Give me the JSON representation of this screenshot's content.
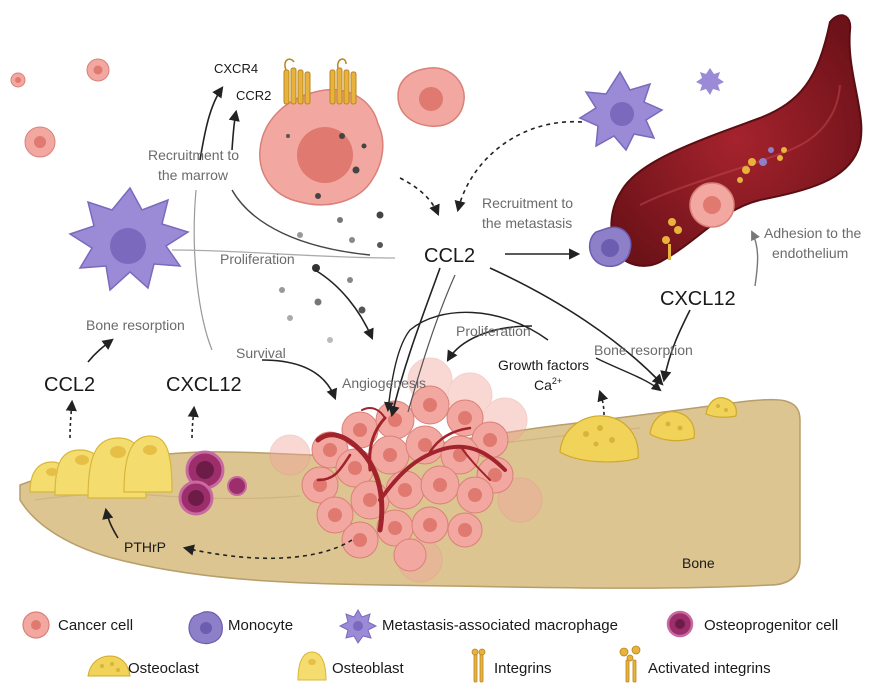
{
  "labels": {
    "cxcr4": "CXCR4",
    "ccr2": "CCR2",
    "recruitment_marrow_1": "Recruitment to",
    "recruitment_marrow_2": "the marrow",
    "recruitment_metastasis_1": "Recruitment to",
    "recruitment_metastasis_2": "the metastasis",
    "ccl2_center": "CCL2",
    "adhesion_1": "Adhesion to the",
    "adhesion_2": "endothelium",
    "proliferation_left": "Proliferation",
    "cxcl12_right": "CXCL12",
    "bone_resorption_left": "Bone resorption",
    "proliferation_right": "Proliferation",
    "bone_resorption_right": "Bone resorption",
    "survival": "Survival",
    "growth_factors": "Growth factors",
    "ca": "Ca",
    "ca_sup": "2+",
    "ccl2_left": "CCL2",
    "cxcl12_left": "CXCL12",
    "angiogenesis": "Angiogenesis",
    "pthrp": "PTHrP",
    "bone": "Bone"
  },
  "legend": [
    {
      "label": "Cancer cell",
      "icon": "cancer-cell-icon"
    },
    {
      "label": "Monocyte",
      "icon": "monocyte-icon"
    },
    {
      "label": "Metastasis-associated macrophage",
      "icon": "macrophage-icon"
    },
    {
      "label": "Osteoprogenitor cell",
      "icon": "osteoprogenitor-icon"
    },
    {
      "label": "Osteoclast",
      "icon": "osteoclast-icon"
    },
    {
      "label": "Osteoblast",
      "icon": "osteoblast-icon"
    },
    {
      "label": "Integrins",
      "icon": "integrin-icon"
    },
    {
      "label": "Activated integrins",
      "icon": "activated-integrin-icon"
    }
  ],
  "colors": {
    "cancer_cell": "#f2a8a0",
    "cancer_nucleus": "#e0796f",
    "monocyte": "#8e7fc9",
    "macrophage": "#9b8ad6",
    "osteoprogenitor": "#9c2f6b",
    "osteoclast": "#f1d35a",
    "osteoblast": "#f4dd6e",
    "bone": "#dcc591",
    "vessel": "#8b1a22",
    "receptor": "#e8b23c"
  }
}
